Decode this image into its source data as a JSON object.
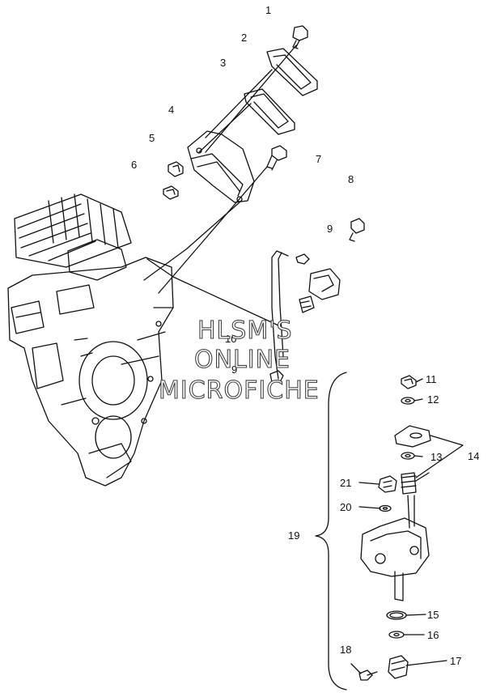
{
  "watermark": {
    "line1": "HLSM'S",
    "line2": "ONLINE",
    "line3": "MICROFICHE"
  },
  "callouts": {
    "c1": "1",
    "c2": "2",
    "c3": "3",
    "c4": "4",
    "c5": "5",
    "c6": "6",
    "c7": "7",
    "c8": "8",
    "c9": "9",
    "c10": "10",
    "c11": "11",
    "c12": "12",
    "c13": "13",
    "c14": "14",
    "c15": "15",
    "c16": "16",
    "c17": "17",
    "c18": "18",
    "c19": "19",
    "c20": "20",
    "c21": "21",
    "c9b": "9"
  }
}
